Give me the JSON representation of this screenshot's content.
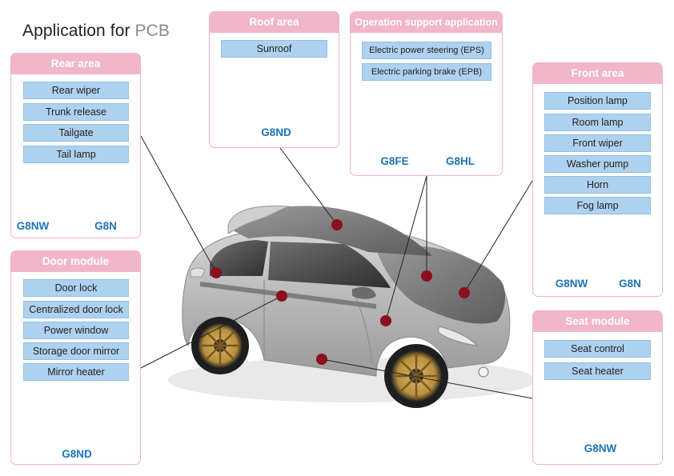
{
  "title": {
    "main": "Application for ",
    "accent": "PCB"
  },
  "panels": {
    "rear": {
      "heading": "Rear area",
      "items": [
        "Rear wiper",
        "Trunk release",
        "Tailgate",
        "Tail lamp"
      ],
      "relays": [
        "G8NW",
        "G8N"
      ]
    },
    "door": {
      "heading": "Door module",
      "items": [
        "Door lock",
        "Centralized door lock",
        "Power window",
        "Storage door mirror",
        "Mirror heater"
      ],
      "relays": [
        "G8ND"
      ]
    },
    "roof": {
      "heading": "Roof area",
      "items": [
        "Sunroof"
      ],
      "relays": [
        "G8ND"
      ]
    },
    "operation": {
      "heading": "Operation support application",
      "items": [
        "Electric power steering (EPS)",
        "Electric parking brake (EPB)"
      ],
      "relays": [
        "G8FE",
        "G8HL"
      ]
    },
    "front": {
      "heading": "Front area",
      "items": [
        "Position lamp",
        "Room lamp",
        "Front wiper",
        "Washer pump",
        "Horn",
        "Fog lamp"
      ],
      "relays": [
        "G8NW",
        "G8N"
      ]
    },
    "seat": {
      "heading": "Seat module",
      "items": [
        "Seat control",
        "Seat heater"
      ],
      "relays": [
        "G8NW"
      ]
    }
  },
  "colors": {
    "panel_header": "#f2b6c9",
    "item_fill": "#aed1ef",
    "relay_label": "#1f73b7",
    "marker": "#8b0f1f",
    "car_body": "#b9b9b9"
  }
}
